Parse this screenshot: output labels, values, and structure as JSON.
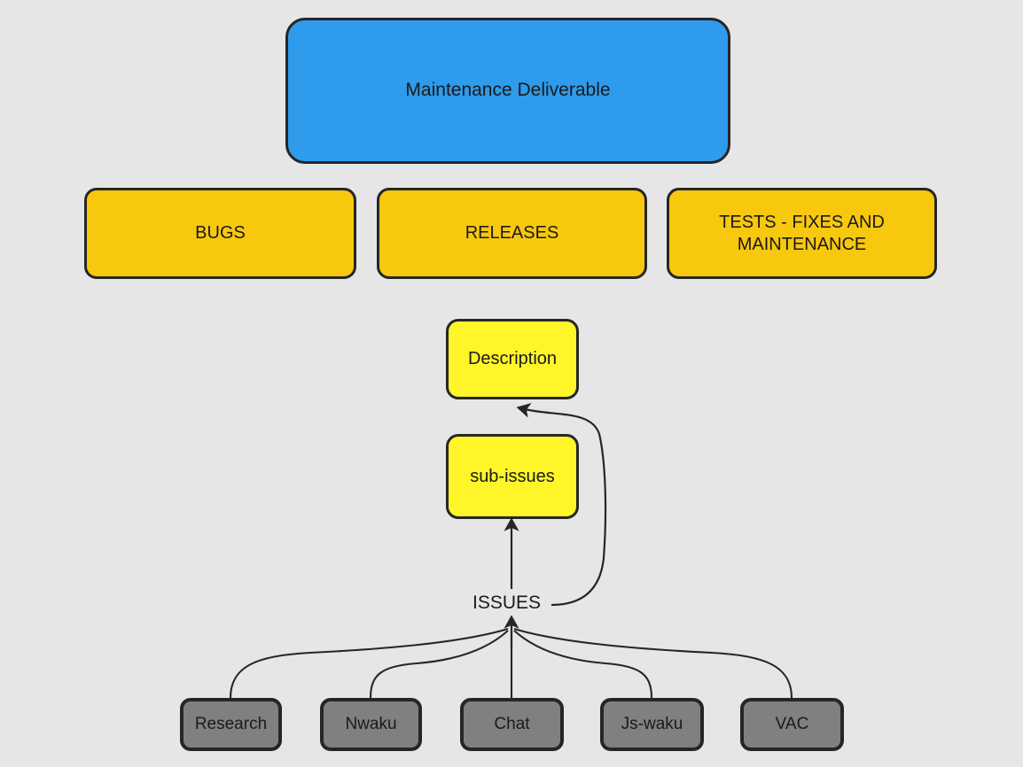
{
  "diagram": {
    "title_node": "Maintenance Deliverable",
    "background_color": "#e6e6e6",
    "categories": [
      {
        "label": "BUGS"
      },
      {
        "label": "RELEASES"
      },
      {
        "label": "TESTS - FIXES AND MAINTENANCE"
      }
    ],
    "details": [
      {
        "label": "Description"
      },
      {
        "label": "sub-issues"
      }
    ],
    "edge_labels": [
      {
        "label": "ISSUES"
      }
    ],
    "sources": [
      {
        "label": "Research"
      },
      {
        "label": "Nwaku"
      },
      {
        "label": "Chat"
      },
      {
        "label": "Js-waku"
      },
      {
        "label": "VAC"
      }
    ],
    "colors": {
      "deliverable": "#2e9bec",
      "category": "#f8c80e",
      "detail": "#fff528",
      "source": "#808080",
      "stroke": "#262626",
      "text": "#1a1a1a"
    }
  }
}
